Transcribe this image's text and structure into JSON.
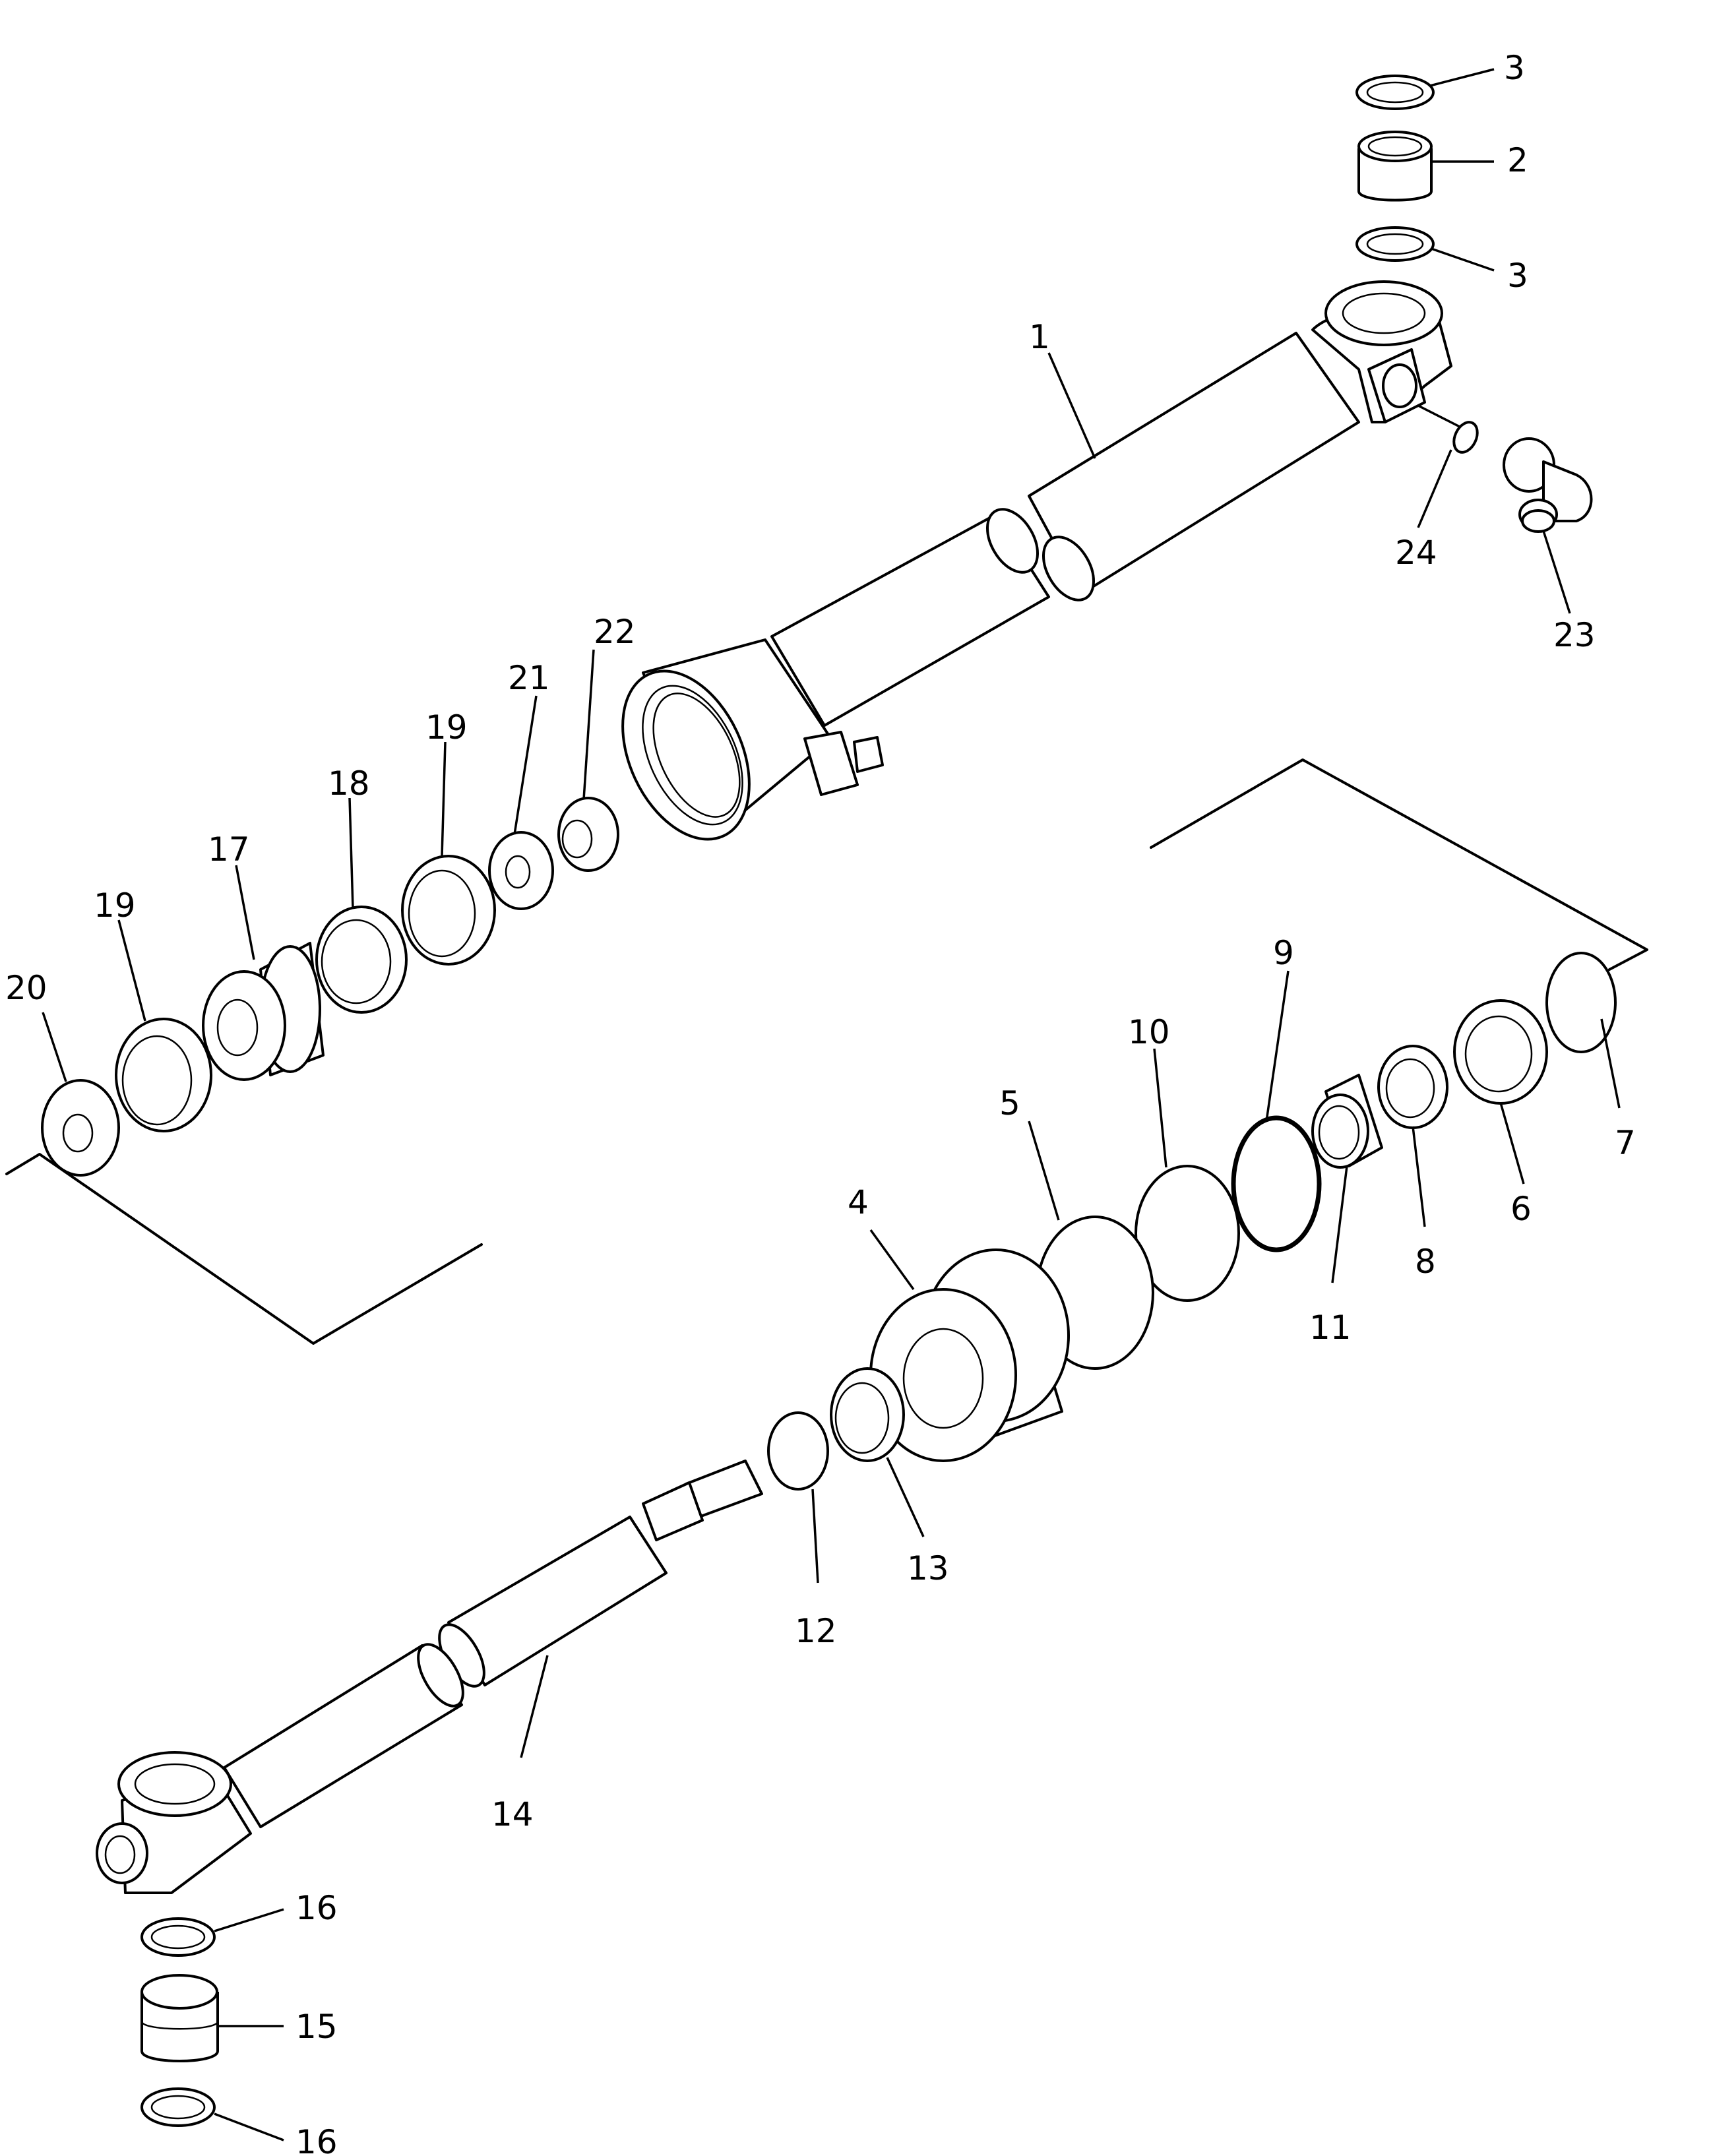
{
  "diagram": {
    "type": "exploded-parts-view",
    "part_labels": [
      {
        "id": "p1",
        "text": "1"
      },
      {
        "id": "p2",
        "text": "2"
      },
      {
        "id": "p3a",
        "text": "3"
      },
      {
        "id": "p3b",
        "text": "3"
      },
      {
        "id": "p4",
        "text": "4"
      },
      {
        "id": "p5",
        "text": "5"
      },
      {
        "id": "p6",
        "text": "6"
      },
      {
        "id": "p7",
        "text": "7"
      },
      {
        "id": "p8",
        "text": "8"
      },
      {
        "id": "p9",
        "text": "9"
      },
      {
        "id": "p10",
        "text": "10"
      },
      {
        "id": "p11",
        "text": "11"
      },
      {
        "id": "p12",
        "text": "12"
      },
      {
        "id": "p13",
        "text": "13"
      },
      {
        "id": "p14",
        "text": "14"
      },
      {
        "id": "p15",
        "text": "15"
      },
      {
        "id": "p16a",
        "text": "16"
      },
      {
        "id": "p16b",
        "text": "16"
      },
      {
        "id": "p17",
        "text": "17"
      },
      {
        "id": "p18",
        "text": "18"
      },
      {
        "id": "p19a",
        "text": "19"
      },
      {
        "id": "p19b",
        "text": "19"
      },
      {
        "id": "p20",
        "text": "20"
      },
      {
        "id": "p21",
        "text": "21"
      },
      {
        "id": "p22",
        "text": "22"
      },
      {
        "id": "p23",
        "text": "23"
      },
      {
        "id": "p24",
        "text": "24"
      }
    ]
  }
}
